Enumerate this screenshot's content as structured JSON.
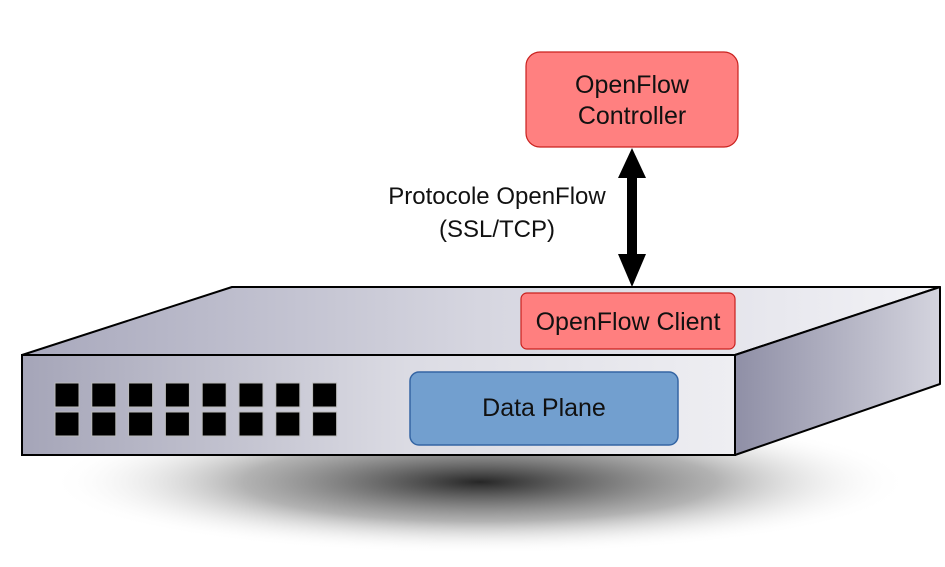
{
  "controller": {
    "line1": "OpenFlow",
    "line2": "Controller"
  },
  "protocol": {
    "line1": "Protocole OpenFlow",
    "line2": "(SSL/TCP)"
  },
  "client": {
    "label": "OpenFlow Client"
  },
  "data_plane": {
    "label": "Data Plane"
  },
  "ports": {
    "rows": 2,
    "columns": 8
  },
  "colors": {
    "controller_fill": "#ff8080",
    "client_fill": "#ff7f7f",
    "data_plane_fill": "#729fcf",
    "switch_top": "#c9c9d6",
    "switch_side": "#9a9aad",
    "port": "#000000",
    "arrow": "#000000"
  }
}
